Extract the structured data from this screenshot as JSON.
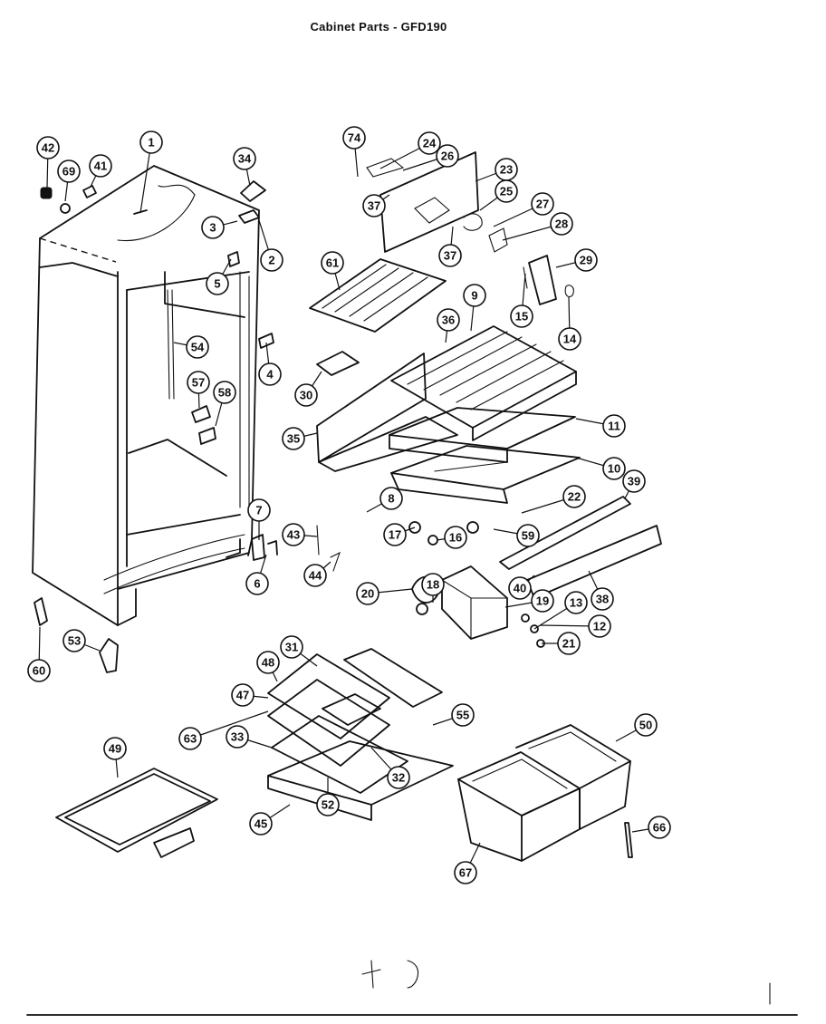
{
  "title": "Cabinet Parts - GFD190",
  "callouts": [
    {
      "label": "1"
    },
    {
      "label": "2"
    },
    {
      "label": "3"
    },
    {
      "label": "4"
    },
    {
      "label": "5"
    },
    {
      "label": "6"
    },
    {
      "label": "7"
    },
    {
      "label": "8"
    },
    {
      "label": "9"
    },
    {
      "label": "10"
    },
    {
      "label": "11"
    },
    {
      "label": "12"
    },
    {
      "label": "13"
    },
    {
      "label": "14"
    },
    {
      "label": "15"
    },
    {
      "label": "16"
    },
    {
      "label": "17"
    },
    {
      "label": "18"
    },
    {
      "label": "19"
    },
    {
      "label": "20"
    },
    {
      "label": "21"
    },
    {
      "label": "22"
    },
    {
      "label": "23"
    },
    {
      "label": "24"
    },
    {
      "label": "25"
    },
    {
      "label": "26"
    },
    {
      "label": "27"
    },
    {
      "label": "28"
    },
    {
      "label": "29"
    },
    {
      "label": "30"
    },
    {
      "label": "31"
    },
    {
      "label": "32"
    },
    {
      "label": "33"
    },
    {
      "label": "34"
    },
    {
      "label": "35"
    },
    {
      "label": "36"
    },
    {
      "label": "37"
    },
    {
      "label": "37"
    },
    {
      "label": "38"
    },
    {
      "label": "39"
    },
    {
      "label": "40"
    },
    {
      "label": "41"
    },
    {
      "label": "42"
    },
    {
      "label": "43"
    },
    {
      "label": "44"
    },
    {
      "label": "45"
    },
    {
      "label": "47"
    },
    {
      "label": "48"
    },
    {
      "label": "49"
    },
    {
      "label": "50"
    },
    {
      "label": "52"
    },
    {
      "label": "53"
    },
    {
      "label": "54"
    },
    {
      "label": "55"
    },
    {
      "label": "57"
    },
    {
      "label": "58"
    },
    {
      "label": "59"
    },
    {
      "label": "60"
    },
    {
      "label": "61"
    },
    {
      "label": "63"
    },
    {
      "label": "66"
    },
    {
      "label": "67"
    },
    {
      "label": "69"
    },
    {
      "label": "74"
    }
  ]
}
